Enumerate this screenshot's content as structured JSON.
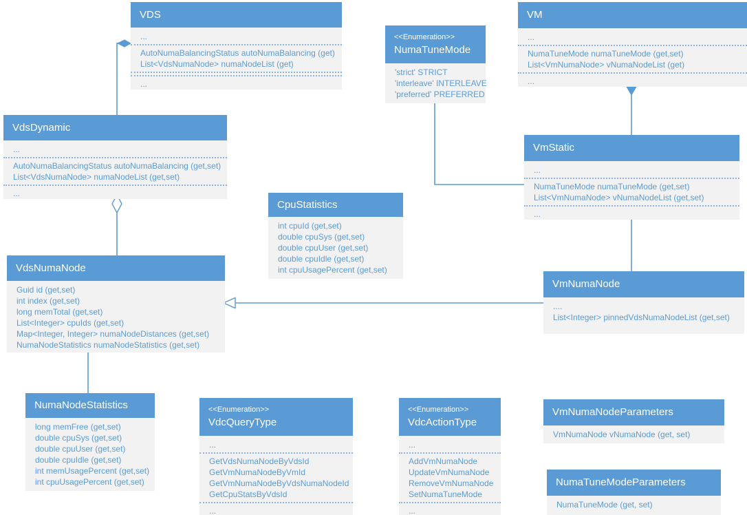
{
  "colors": {
    "header_blue": "#5b9bd5",
    "body_gray": "#f2f2f2",
    "member_text_blue": "#5b9bd5",
    "connector_blue": "#5b9bd5"
  },
  "classes": {
    "vds": {
      "title": "VDS",
      "rows": [
        "...",
        "~",
        "AutoNumaBalancingStatus autoNumaBalancing (get)",
        "List<VdsNumaNode> numaNodeList (get)",
        "~~",
        "..."
      ]
    },
    "numaTuneMode": {
      "stereotype": "<<Enumeration>>",
      "title": "NumaTuneMode",
      "rows": [
        "'strict' STRICT",
        "'interleave' INTERLEAVE",
        "'preferred' PREFERRED"
      ]
    },
    "vm": {
      "title": "VM",
      "rows": [
        "...",
        "~",
        "NumaTuneMode numaTuneMode (get,set)",
        "List<VmNumaNode> vNumaNodeList (get)",
        "~",
        "..."
      ]
    },
    "vdsDynamic": {
      "title": "VdsDynamic",
      "rows": [
        "...",
        "~",
        "AutoNumaBalancingStatus autoNumaBalancing (get,set)",
        "List<VdsNumaNode> numaNodeList (get,set)",
        "~",
        "..."
      ]
    },
    "vmStatic": {
      "title": "VmStatic",
      "rows": [
        "...",
        "~",
        "NumaTuneMode numaTuneMode (get,set)",
        "List<VmNumaNode> vNumaNodeList (get,set)",
        "~",
        "..."
      ]
    },
    "cpuStatistics": {
      "title": "CpuStatistics",
      "rows": [
        "int cpuId (get,set)",
        "double cpuSys (get,set)",
        "double cpuUser (get,set)",
        "double cpuIdle (get,set)",
        "int cpuUsagePercent (get,set)"
      ]
    },
    "vdsNumaNode": {
      "title": "VdsNumaNode",
      "rows": [
        "Guid id (get,set)",
        "int index (get,set)",
        "long memTotal (get,set)",
        "List<Integer> cpuIds (get,set)",
        "Map<Integer, Integer> numaNodeDistances (get,set)",
        "NumaNodeStatistics numaNodeStatistics (get,set)"
      ]
    },
    "vmNumaNode": {
      "title": "VmNumaNode",
      "rows": [
        "....",
        "List<Integer> pinnedVdsNumaNodeList (get,set)"
      ]
    },
    "numaNodeStatistics": {
      "title": "NumaNodeStatistics",
      "rows": [
        "long memFree (get,set)",
        "double cpuSys (get,set)",
        "double cpuUser (get,set)",
        "double cpuIdle (get,set)",
        "int memUsagePercent (get,set)",
        "int cpuUsagePercent (get,set)"
      ]
    },
    "vdcQueryType": {
      "stereotype": "<<Enumeration>>",
      "title": "VdcQueryType",
      "rows": [
        "...",
        "~",
        "GetVdsNumaNodeByVdsId",
        "GetVmNumaNodeByVmId",
        "GetVmNumaNodeByVdsNumaNodeId",
        "GetCpuStatsByVdsId",
        "~",
        "..."
      ]
    },
    "vdcActionType": {
      "stereotype": "<<Enumeration>>",
      "title": "VdcActionType",
      "rows": [
        "...",
        "~",
        "AddVmNumaNode",
        "UpdateVmNumaNode",
        "RemoveVmNumaNode",
        "SetNumaTuneMode",
        "~",
        "..."
      ]
    },
    "vmNumaNodeParameters": {
      "title": "VmNumaNodeParameters",
      "rows": [
        "VmNumaNode vNumaNode (get, set)"
      ]
    },
    "numaTuneModeParameters": {
      "title": "NumaTuneModeParameters",
      "rows": [
        "NumaTuneMode (get, set)"
      ]
    }
  }
}
